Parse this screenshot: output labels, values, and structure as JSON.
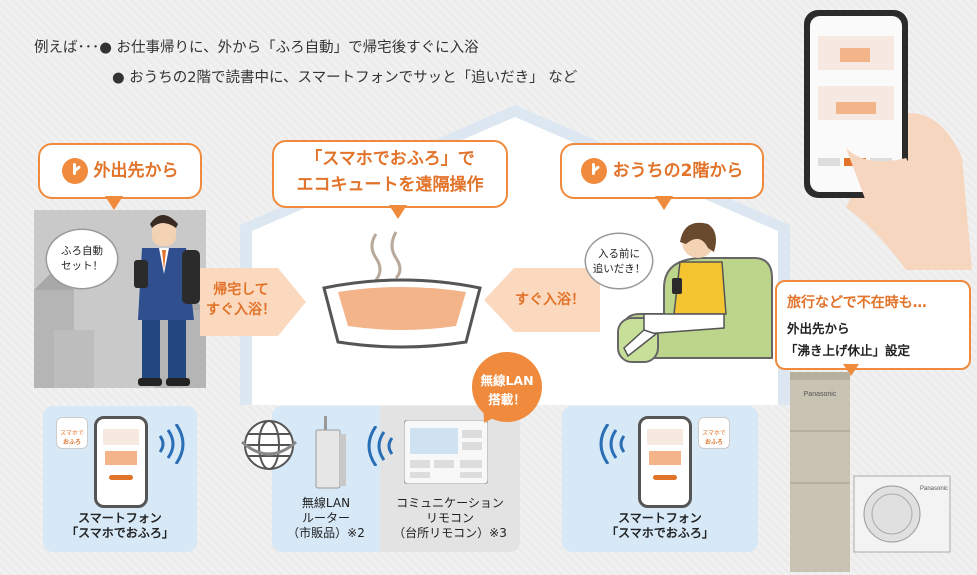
{
  "intro": {
    "line1": "例えば･･･● お仕事帰りに、外から「ふろ自動」で帰宅後すぐに入浴",
    "line2": "● おうちの2階で読書中に、スマートフォンでサッと「追いだき」 など"
  },
  "callouts": {
    "outside": "外出先から",
    "center_l1": "「スマホでおふろ」で",
    "center_l2": "エコキュートを遠隔操作",
    "upstairs": "おうちの2階から"
  },
  "speech": {
    "man_l1": "ふろ自動",
    "man_l2": "セット！",
    "woman_l1": "入る前に",
    "woman_l2": "追いだき！"
  },
  "arrows": {
    "left_l1": "帰宅して",
    "left_l2": "すぐ入浴！",
    "right": "すぐ入浴！"
  },
  "trip": {
    "title": "旅行などで不在時も…",
    "line1": "外出先から",
    "line2": "「沸き上げ休止」設定"
  },
  "lan_badge": {
    "l1": "無線LAN",
    "l2": "搭載！"
  },
  "panels": {
    "left_phone_l1": "スマートフォン",
    "left_phone_l2": "「スマホでおふろ」",
    "router_l1": "無線LAN",
    "router_l2": "ルーター",
    "router_l3": "（市販品）※2",
    "remote_l1": "コミュニケーション",
    "remote_l2": "リモコン",
    "remote_l3": "（台所リモコン）※3",
    "right_phone_l1": "スマートフォン",
    "right_phone_l2": "「スマホでおふろ」"
  },
  "app_icon_text_l1": "スマホで",
  "app_icon_text_l2": "おふろ",
  "brand": "Panasonic",
  "colors": {
    "accent": "#f08a3c",
    "accent_text": "#e2732a",
    "panel_blue": "#d7e8f7",
    "wifi_blue": "#2a6fb5"
  }
}
